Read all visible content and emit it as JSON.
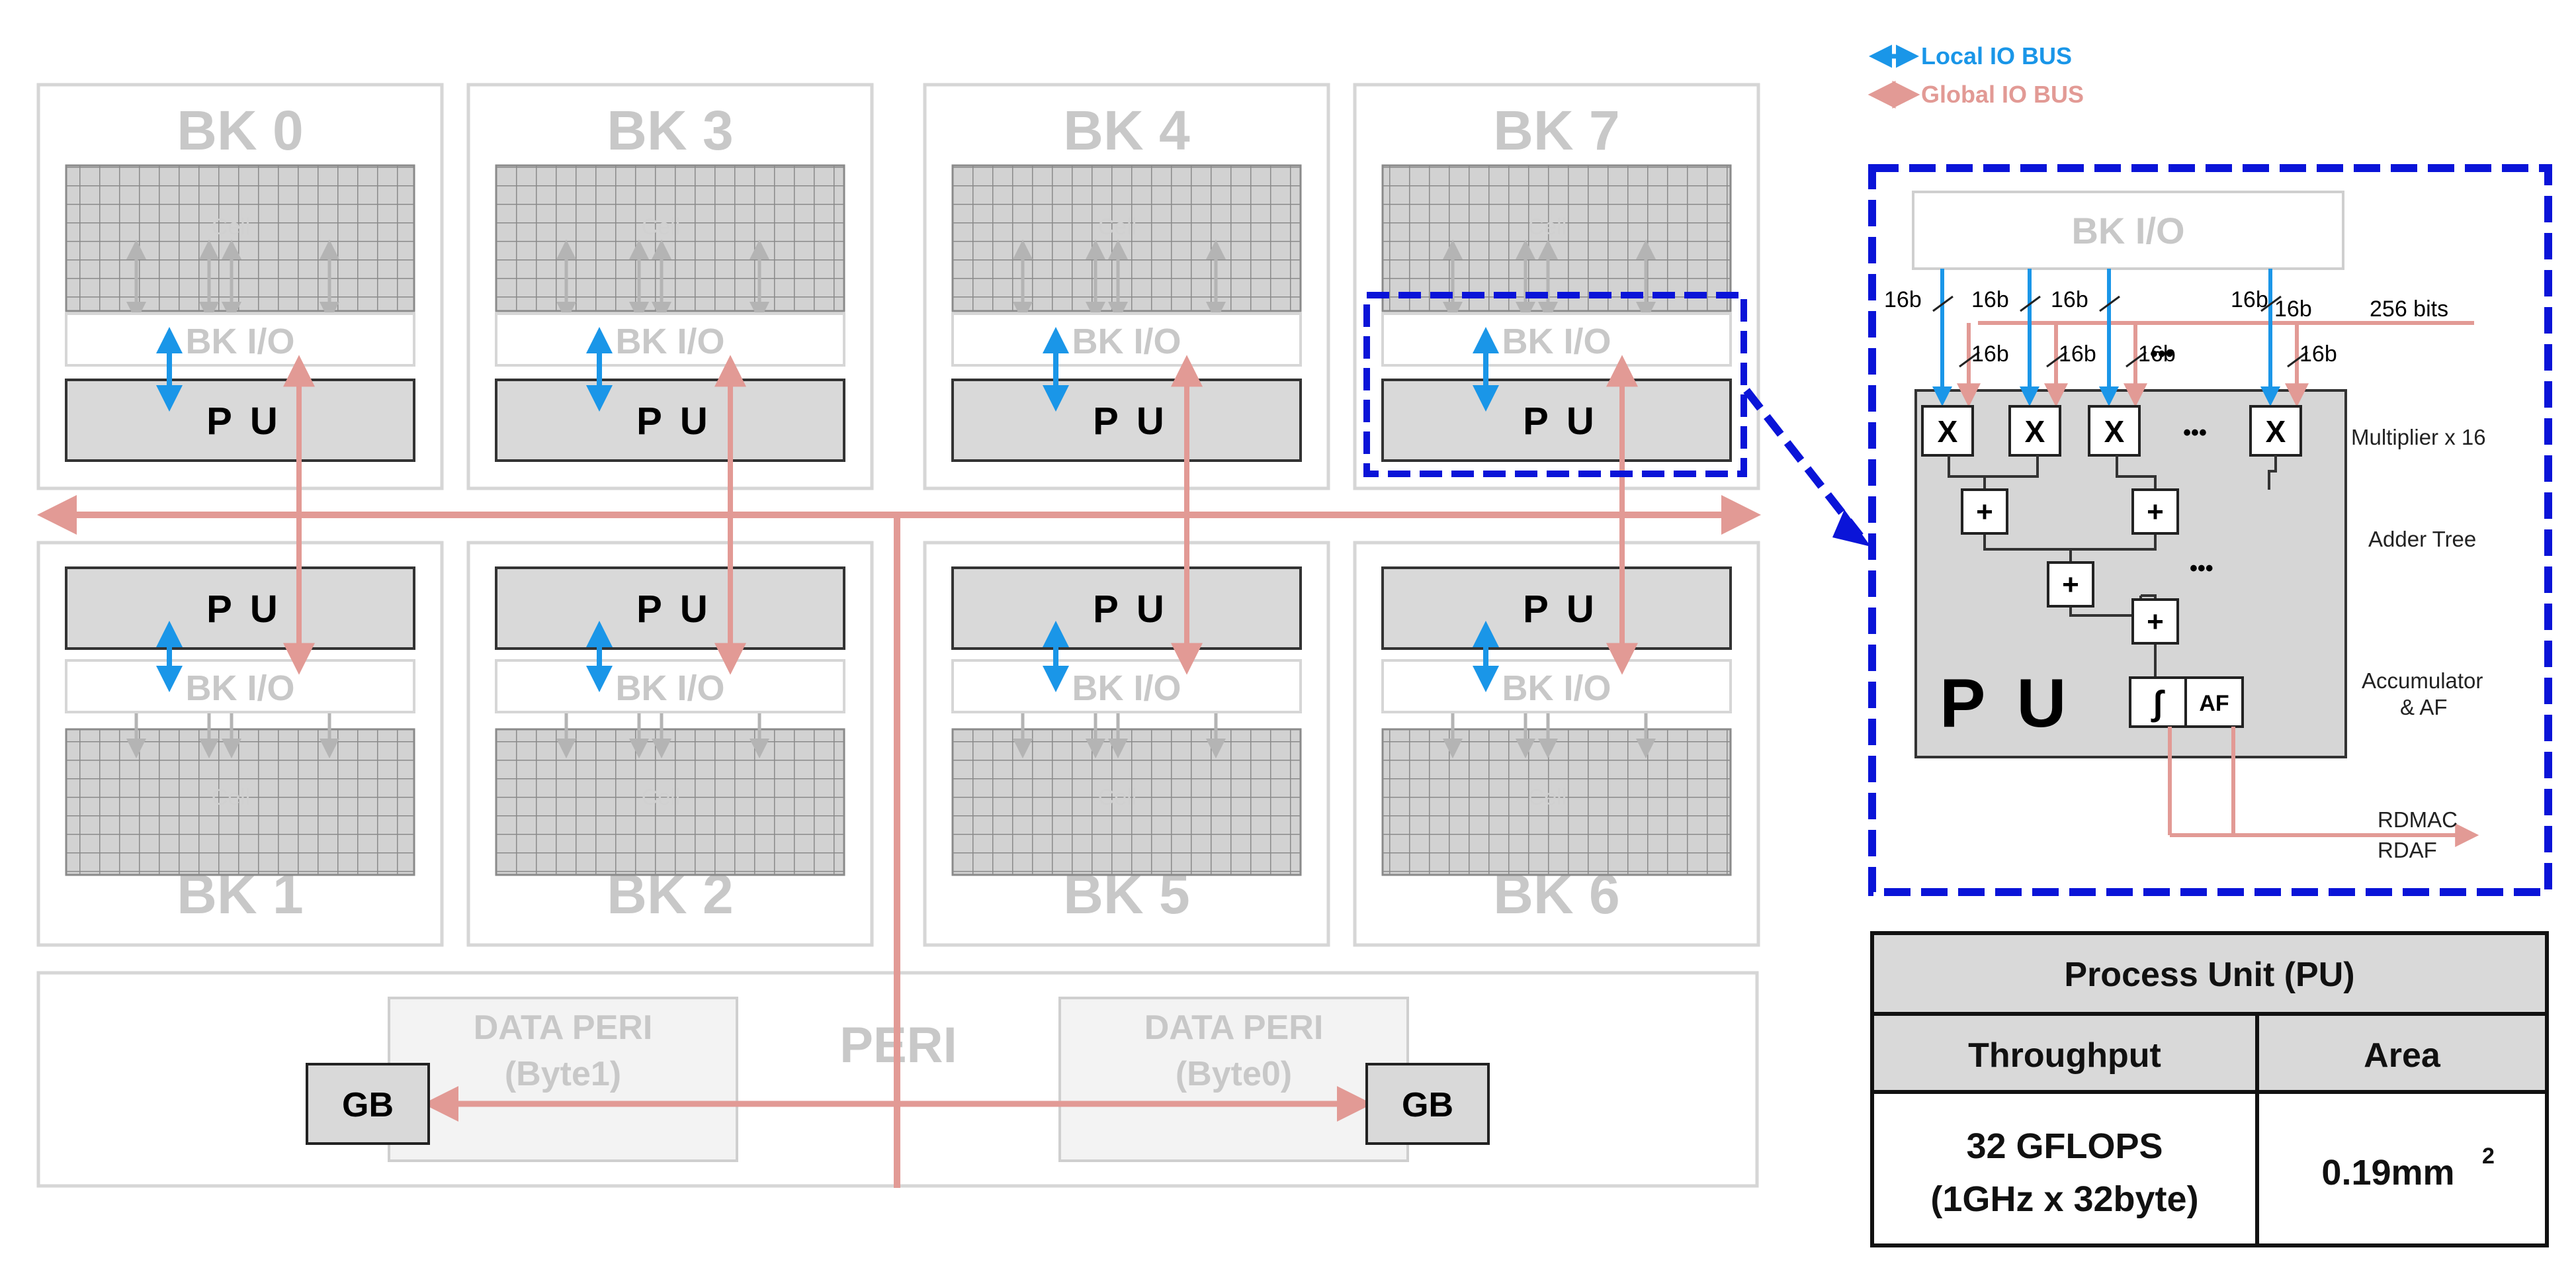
{
  "legend": {
    "local_io_bus": "Local IO BUS",
    "global_io_bus": "Global IO BUS"
  },
  "banks": {
    "top": [
      "BK 0",
      "BK 3",
      "BK 4",
      "BK 7"
    ],
    "bottom": [
      "BK 1",
      "BK 2",
      "BK 5",
      "BK 6"
    ]
  },
  "labels": {
    "cell": "Cell",
    "bk_io": "BK I/O",
    "pu": "P U",
    "peri": "PERI",
    "data_peri": "DATA PERI",
    "byte1": "(Byte1)",
    "byte0": "(Byte0)",
    "gb": "GB"
  },
  "detail": {
    "bk_io": "BK I/O",
    "bus_width_16b": "16b",
    "bus_width_256": "256 bits",
    "multiplier_symbol": "X",
    "adder_symbol": "+",
    "ellipsis": "•••",
    "accumulator_symbol": "∫",
    "af": "AF",
    "pu": "P U",
    "multiplier_label": "Multiplier x 16",
    "adder_tree_label": "Adder Tree",
    "accumulator_label_1": "Accumulator",
    "accumulator_label_2": "& AF",
    "rdmac": "RDMAC",
    "rdaf": "RDAF"
  },
  "table": {
    "title": "Process Unit (PU)",
    "col_throughput": "Throughput",
    "col_area": "Area",
    "throughput_line1": "32 GFLOPS",
    "throughput_line2": "(1GHz x 32byte)",
    "area_value": "0.19mm",
    "area_superscript": "2"
  },
  "colors": {
    "local_bus": "#1a96e8",
    "global_bus": "#e29a95",
    "highlight": "#0a14d8",
    "pu_fill": "#d9d9d9",
    "bank_border": "#d6d6d6"
  }
}
